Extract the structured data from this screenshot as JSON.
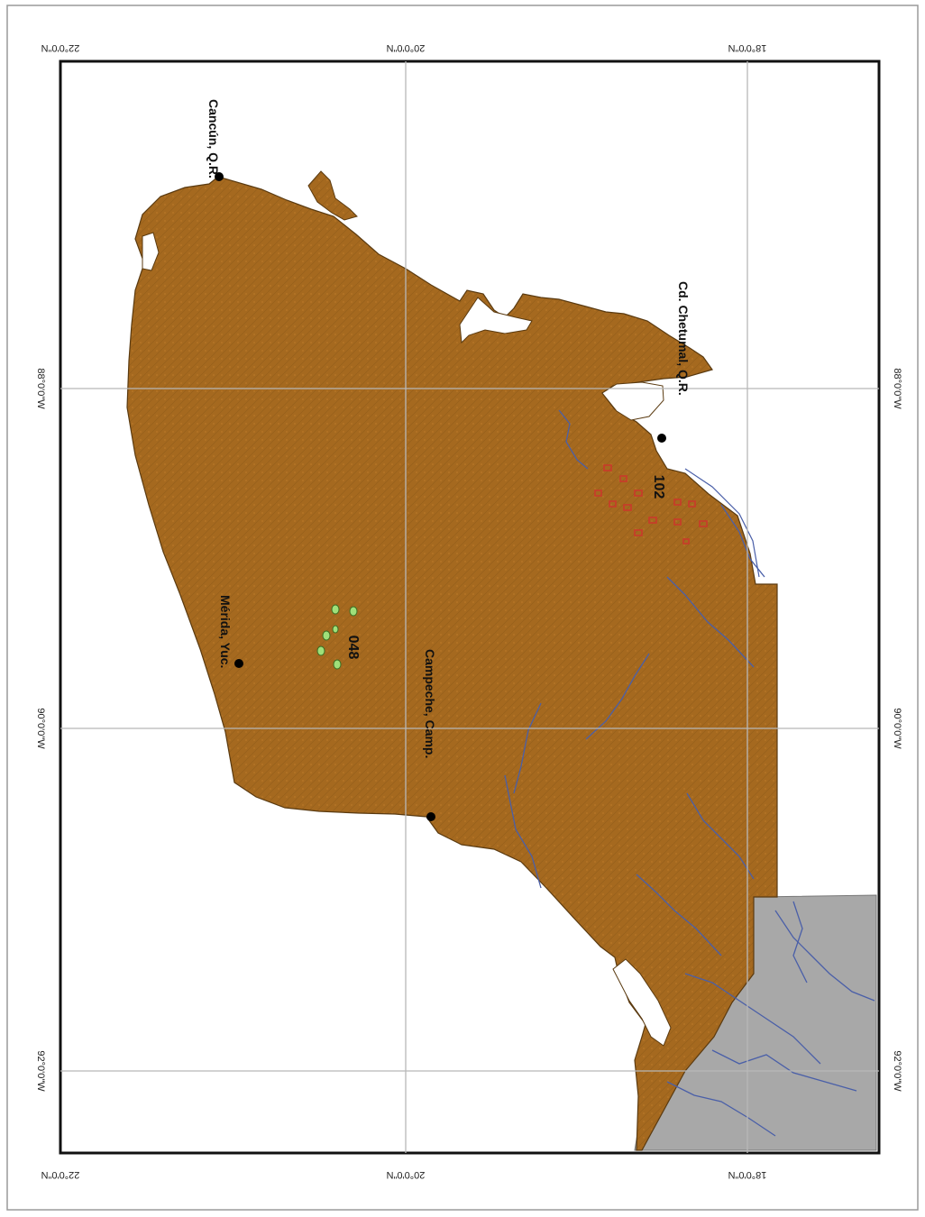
{
  "graticule": {
    "latitudes": [
      "22°0'0\"N",
      "20°0'0\"N",
      "18°0'0\"N"
    ],
    "longitudes": [
      "88°0'0\"W",
      "90°0'0\"W",
      "92°0'0\"W"
    ]
  },
  "cities": {
    "cancun": "Cancún, Q.R.",
    "chetumal": "Cd. Chetumal, Q.R.",
    "merida": "Mérida, Yuc.",
    "campeche": "Campeche, Camp."
  },
  "sites": {
    "green_cluster": "048",
    "red_cluster": "102"
  },
  "colors": {
    "land": "#a5691f",
    "land_edge": "#5a3a10",
    "neighbor": "#a8a8a8",
    "rivers": "#4a5fa8",
    "green_sites": "#9fe07a",
    "red_sites": "#c93a2a",
    "grid": "#b8b8b8"
  }
}
